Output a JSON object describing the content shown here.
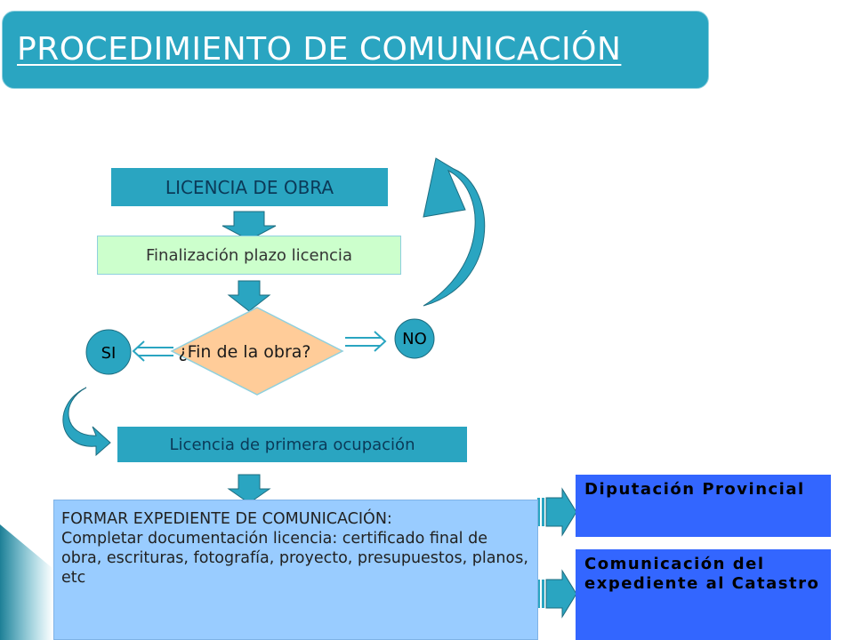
{
  "header": {
    "title": "PROCEDIMIENTO DE COMUNICACIÓN"
  },
  "flow": {
    "licencia_obra": "LICENCIA DE OBRA",
    "finalizacion": "Finalización plazo licencia",
    "decision": "¿Fin de la obra?",
    "si": "SI",
    "no": "NO",
    "primera_ocupacion": "Licencia de primera ocupación",
    "expediente": {
      "title": "FORMAR EXPEDIENTE DE COMUNICACIÓN:",
      "body": "Completar documentación licencia: certificado final de obra, escrituras, fotografía, proyecto, presupuestos, planos, etc"
    },
    "diputacion": "Diputación Provincial",
    "catastro": "Comunicación del expediente al Catastro"
  },
  "colors": {
    "teal": "#2aa5c1",
    "light_green": "#ccffcc",
    "peach": "#ffcc99",
    "light_blue": "#99ccff",
    "blue": "#3366ff"
  }
}
